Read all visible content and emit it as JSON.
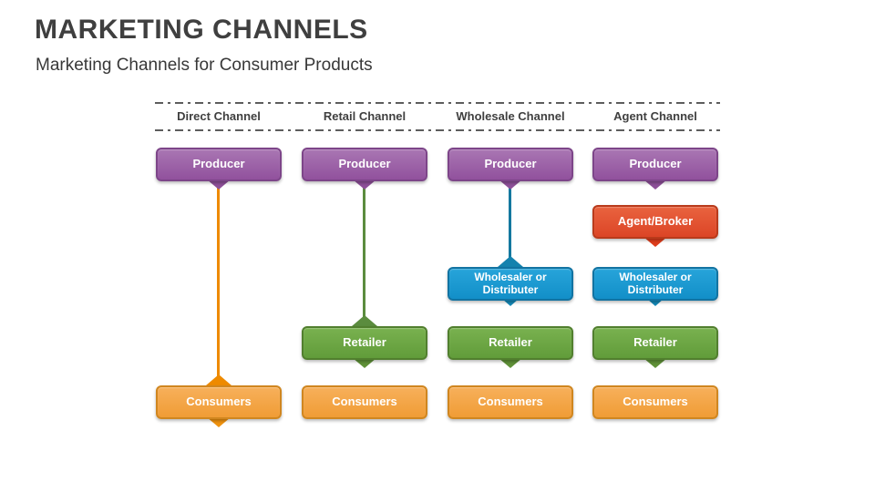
{
  "slide": {
    "title": "MARKETING CHANNELS",
    "subtitle": "Marketing Channels for Consumer Products"
  },
  "colors": {
    "producer_fill": "#9a5fa6",
    "agent_broker_fill": "#e25331",
    "wholesaler_fill": "#1899d2",
    "retailer_fill": "#6ba644",
    "consumers_fill": "#f4a74b",
    "line_direct": "#ee8a00",
    "line_retail": "#5b8c3e",
    "line_wholesale": "#14789f",
    "header_text": "#404040"
  },
  "channels": [
    {
      "label": "Direct Channel",
      "nodes": {
        "producer": "Producer",
        "consumers": "Consumers"
      }
    },
    {
      "label": "Retail Channel",
      "nodes": {
        "producer": "Producer",
        "retailer": "Retailer",
        "consumers": "Consumers"
      }
    },
    {
      "label": "Wholesale Channel",
      "nodes": {
        "producer": "Producer",
        "wholesaler": "Wholesaler or Distributer",
        "retailer": "Retailer",
        "consumers": "Consumers"
      }
    },
    {
      "label": "Agent Channel",
      "nodes": {
        "producer": "Producer",
        "agent": "Agent/Broker",
        "wholesaler": "Wholesaler or Distributer",
        "retailer": "Retailer",
        "consumers": "Consumers"
      }
    }
  ]
}
